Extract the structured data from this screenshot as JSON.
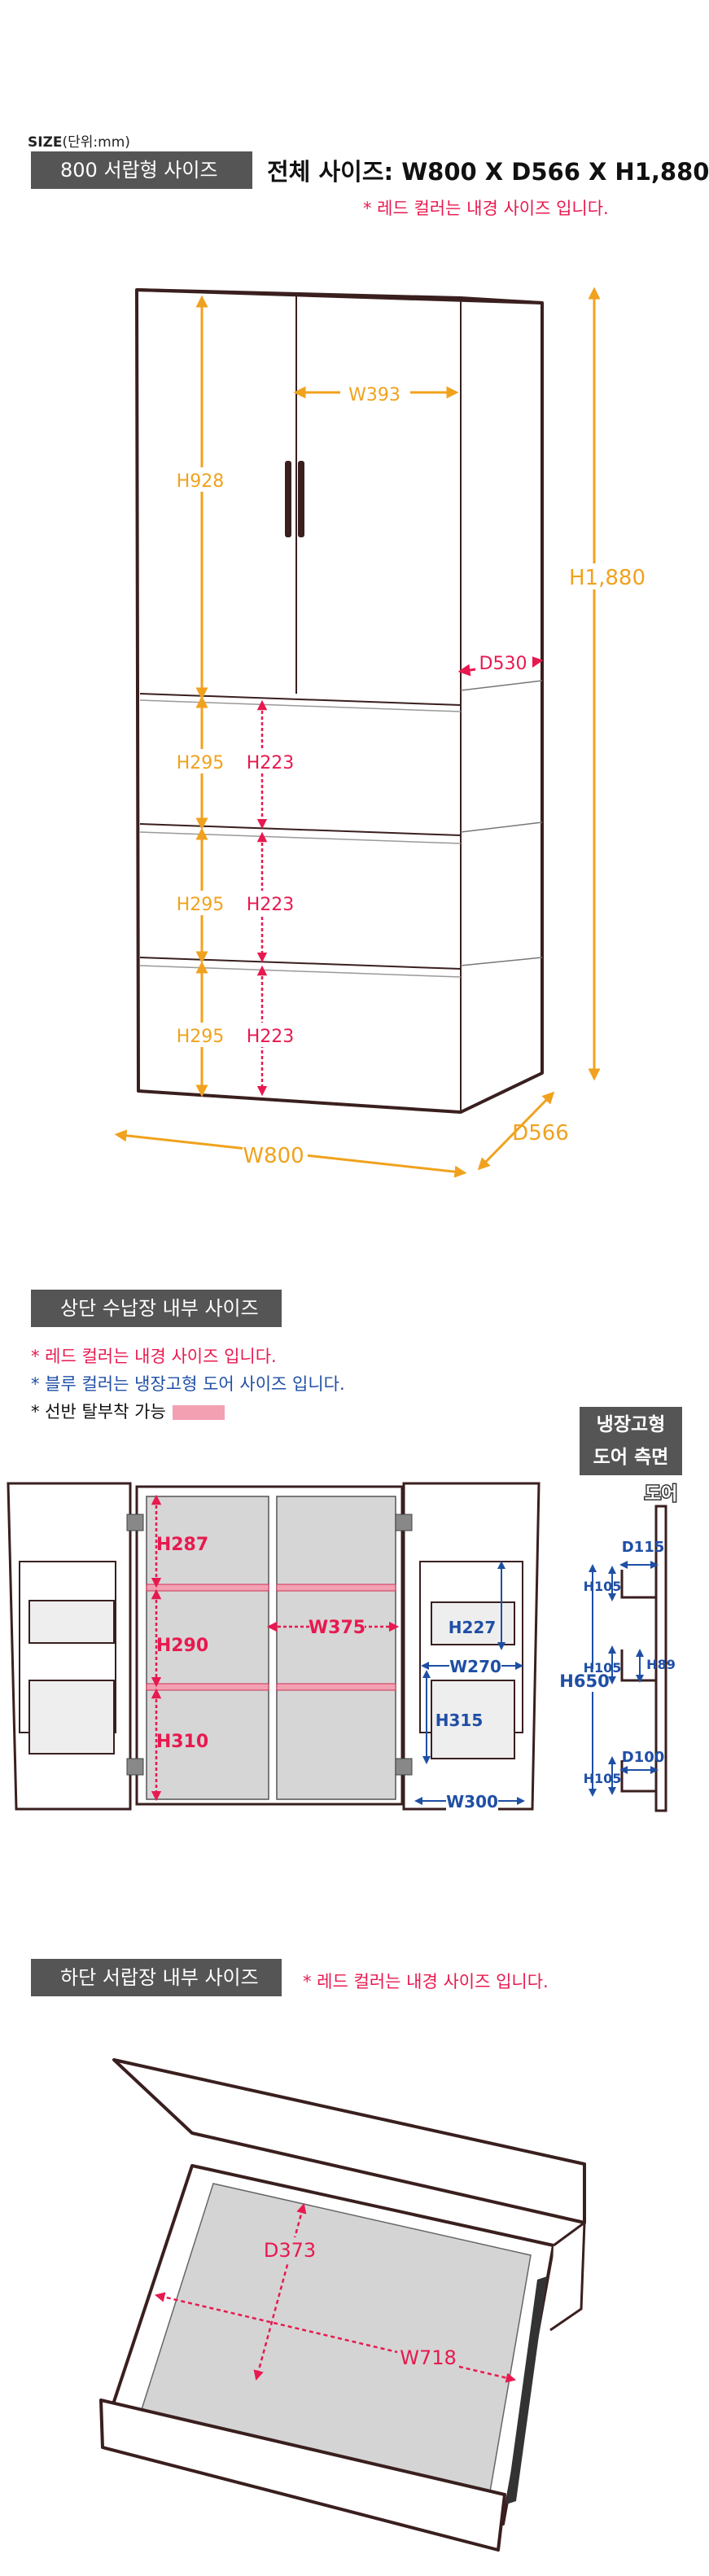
{
  "header": {
    "size_label_bold": "SIZE",
    "size_label_unit": "(단위:mm)",
    "model_tag": "800 서랍형 사이즈",
    "total_size": "전체 사이즈: W800 X D566 X H1,880",
    "red_note": "* 레드 컬러는 내경 사이즈 입니다."
  },
  "front_view": {
    "h928": "H928",
    "w393": "W393",
    "h1880": "H1,880",
    "d530": "D530",
    "drawers": [
      {
        "outer": "H295",
        "inner": "H223"
      },
      {
        "outer": "H295",
        "inner": "H223"
      },
      {
        "outer": "H295",
        "inner": "H223"
      }
    ],
    "w800": "W800",
    "d566": "D566"
  },
  "upper_section": {
    "tag": "상단 수납장 내부 사이즈",
    "note_red": "* 레드 컬러는 내경 사이즈 입니다.",
    "note_blue": "* 블루 컬러는 냉장고형 도어 사이즈 입니다.",
    "note_shelf": "* 선반 탈부착 가능",
    "side_title_line1": "냉장고형",
    "side_title_line2": "도어 측면",
    "door_label": "도어",
    "h287": "H287",
    "h290": "H290",
    "h310": "H310",
    "w375": "W375",
    "h227": "H227",
    "w270": "W270",
    "h315": "H315",
    "w300": "W300",
    "h650": "H650",
    "d115": "D115",
    "h105_1": "H105",
    "h105_2": "H105",
    "h89": "H89",
    "d100": "D100",
    "h105_3": "H105"
  },
  "lower_section": {
    "tag": "하단 서랍장 내부 사이즈",
    "note_red": "* 레드 컬러는 내경 사이즈 입니다.",
    "d373": "D373",
    "w718": "W718"
  },
  "colors": {
    "orange": "#f0a21e",
    "red": "#e8194f",
    "blue": "#1f4fa5",
    "cabinet_outline": "#3a1f1f",
    "tag_bg": "#555555",
    "shelf_pink": "#f3a0b3"
  }
}
